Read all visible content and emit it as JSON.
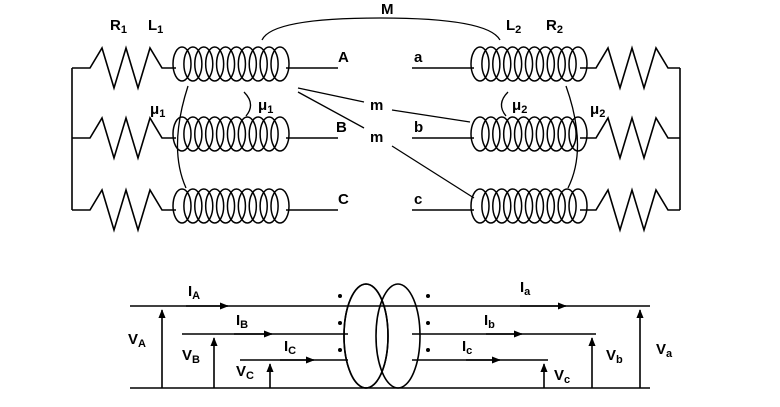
{
  "labels": {
    "r1": "R",
    "r1_sub": "1",
    "l1": "L",
    "l1_sub": "1",
    "l2": "L",
    "l2_sub": "2",
    "r2": "R",
    "r2_sub": "2",
    "mutual": "M",
    "mu_left_outer": "μ",
    "mu_left_outer_sub": "1",
    "mu_left_inner": "μ",
    "mu_left_inner_sub": "1",
    "mu_right_inner": "μ",
    "mu_right_inner_sub": "2",
    "mu_right_outer": "μ",
    "mu_right_outer_sub": "2",
    "m_upper": "m",
    "m_lower": "m",
    "terminal_A": "A",
    "terminal_B": "B",
    "terminal_C": "C",
    "terminal_a": "a",
    "terminal_b": "b",
    "terminal_c": "c",
    "current_A": "I",
    "current_A_sub": "A",
    "current_B": "I",
    "current_B_sub": "B",
    "current_C": "I",
    "current_C_sub": "C",
    "current_a": "I",
    "current_a_sub": "a",
    "current_b": "I",
    "current_b_sub": "b",
    "current_c": "I",
    "current_c_sub": "c",
    "voltage_A": "V",
    "voltage_A_sub": "A",
    "voltage_B": "V",
    "voltage_B_sub": "B",
    "voltage_C": "V",
    "voltage_C_sub": "C",
    "voltage_a": "V",
    "voltage_a_sub": "a",
    "voltage_b": "V",
    "voltage_b_sub": "b",
    "voltage_c": "V",
    "voltage_c_sub": "c"
  },
  "colors": {
    "ink": "#000000",
    "background": "#ffffff"
  }
}
